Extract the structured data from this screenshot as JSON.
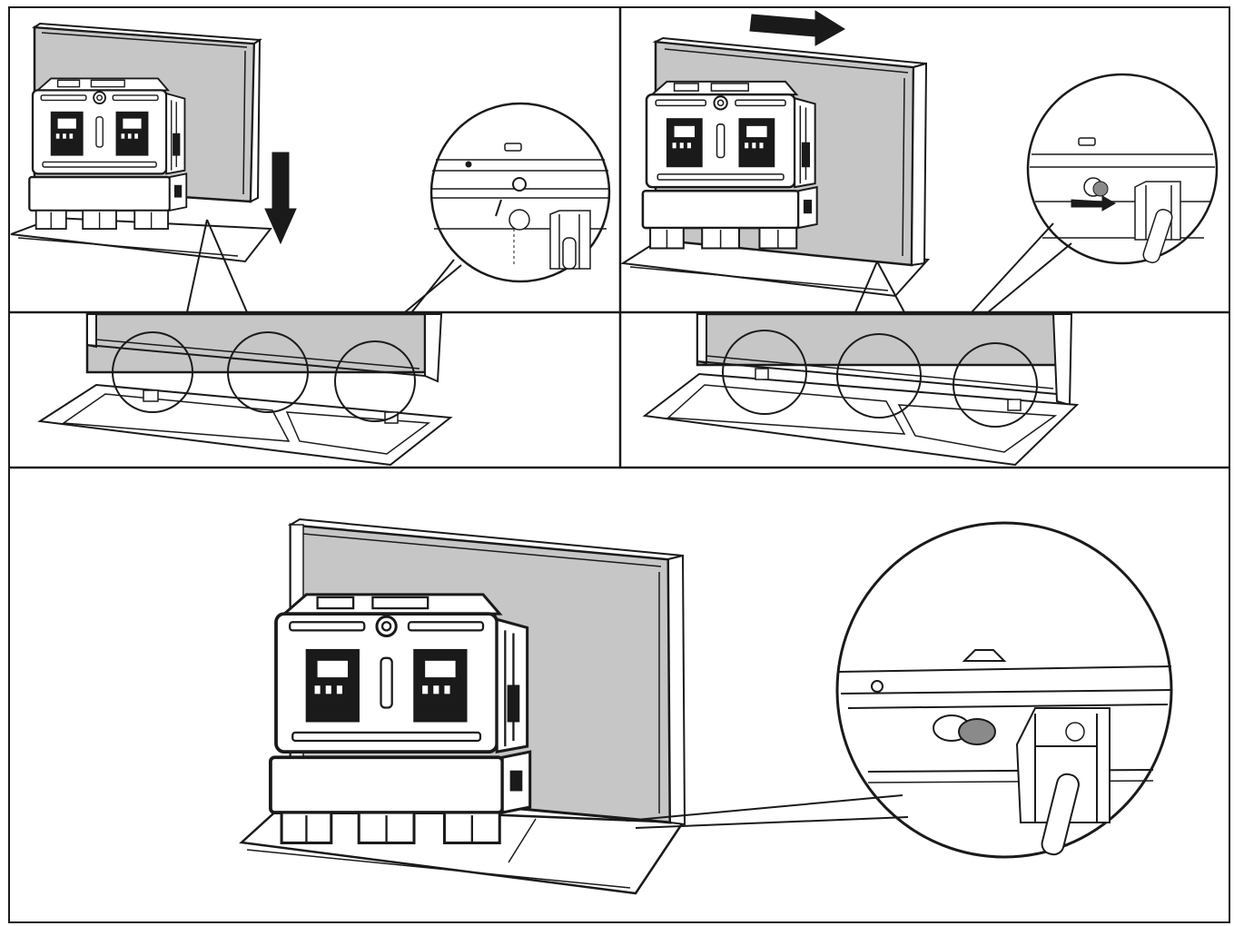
{
  "figure": {
    "panels": [
      {
        "id": "step-1-lower-panel",
        "arrow_direction": "down"
      },
      {
        "id": "step-2-slide-panel",
        "arrow_direction": "right"
      },
      {
        "id": "step-3-installed"
      }
    ],
    "colors": {
      "line": "#1a1a1a",
      "panel_fill": "#c6c6c6",
      "background": "#ffffff",
      "dark_part": "#1a1a1a",
      "washer": "#8a8a8a"
    },
    "icons": [
      "down-arrow-icon",
      "right-arrow-icon"
    ]
  }
}
